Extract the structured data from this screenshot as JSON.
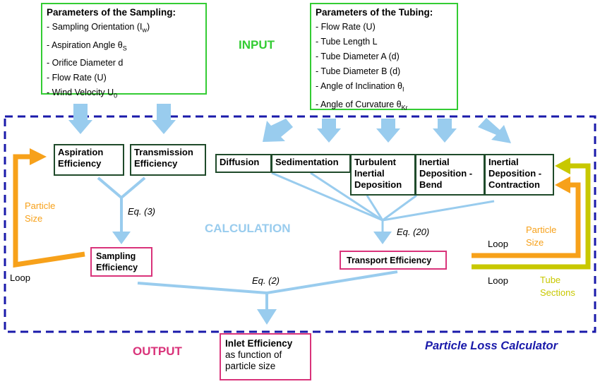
{
  "sampling": {
    "title": "Parameters of the Sampling:",
    "items": [
      {
        "text": "- Sampling Orientation (I",
        "sub": "w",
        "after": ")"
      },
      {
        "text": "- Aspiration Angle θ",
        "sub": "S",
        "after": ""
      },
      {
        "text": "- Orifice Diameter d",
        "sub": "",
        "after": ""
      },
      {
        "text": "- Flow Rate (U)",
        "sub": "",
        "after": ""
      },
      {
        "text": "- Wind Velocity U",
        "sub": "0",
        "after": ""
      }
    ]
  },
  "tubing": {
    "title": "Parameters of the Tubing:",
    "items": [
      {
        "text": "- Flow Rate (U)",
        "sub": "",
        "after": ""
      },
      {
        "text": "- Tube Length L",
        "sub": "",
        "after": ""
      },
      {
        "text": "- Tube Diameter A (d)",
        "sub": "",
        "after": ""
      },
      {
        "text": "- Tube Diameter B (d)",
        "sub": "",
        "after": ""
      },
      {
        "text": "- Angle of Inclination θ",
        "sub": "I",
        "after": ""
      },
      {
        "text": "- Angle of Curvature θ",
        "sub": "Kr",
        "after": ""
      }
    ]
  },
  "labels": {
    "input": "INPUT",
    "calculation": "CALCULATION",
    "output": "OUTPUT",
    "calculator": "Particle Loss Calculator",
    "eq3": "Eq. (3)",
    "eq20": "Eq. (20)",
    "eq2": "Eq. (2)",
    "particle_size_left": "Particle\nSize",
    "loop_left": "Loop",
    "particle_size_right": "Particle\nSize",
    "loop_right_top": "Loop",
    "loop_right_bottom": "Loop",
    "tube_sections": "Tube\nSections"
  },
  "boxes": {
    "aspiration": "Aspiration\nEfficiency",
    "transmission": "Transmission\nEfficiency",
    "diffusion": "Diffusion",
    "sedimentation": "Sedimentation",
    "turbulent": "Turbulent\nInertial\nDeposition",
    "inertial_bend": "Inertial\nDeposition -\nBend",
    "inertial_contraction": "Inertial\nDeposition -\nContraction",
    "sampling_eff": "Sampling\nEfficiency",
    "transport_eff": "Transport Efficiency",
    "inlet_title": "Inlet Efficiency",
    "inlet_sub": "as function of\nparticle size"
  },
  "colors": {
    "green": "#33cc33",
    "arrow_blue": "#99ccee",
    "dashed_blue": "#1a1aaa",
    "orange": "#f7a11a",
    "olive": "#c8c800",
    "pink": "#d9337a",
    "calc_blue": "#99ccee"
  }
}
